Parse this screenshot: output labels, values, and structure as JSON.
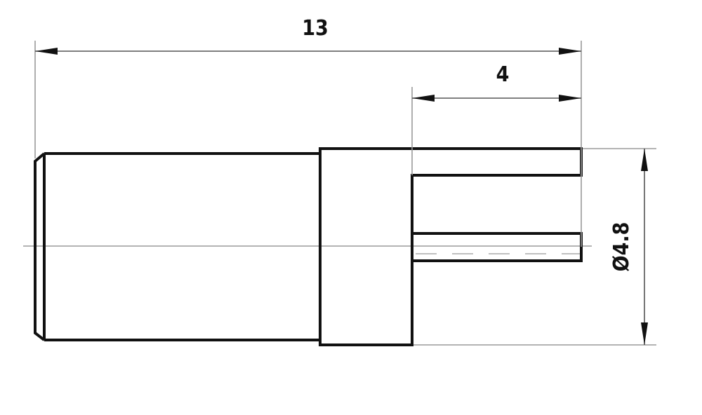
{
  "drawing": {
    "dimensions": {
      "overall_length": "13",
      "pin_length": "4",
      "flange_diameter": "Ø4.8"
    },
    "colors": {
      "line": "#111111",
      "thin_line": "#9a9a9a",
      "background": "#ffffff"
    }
  }
}
